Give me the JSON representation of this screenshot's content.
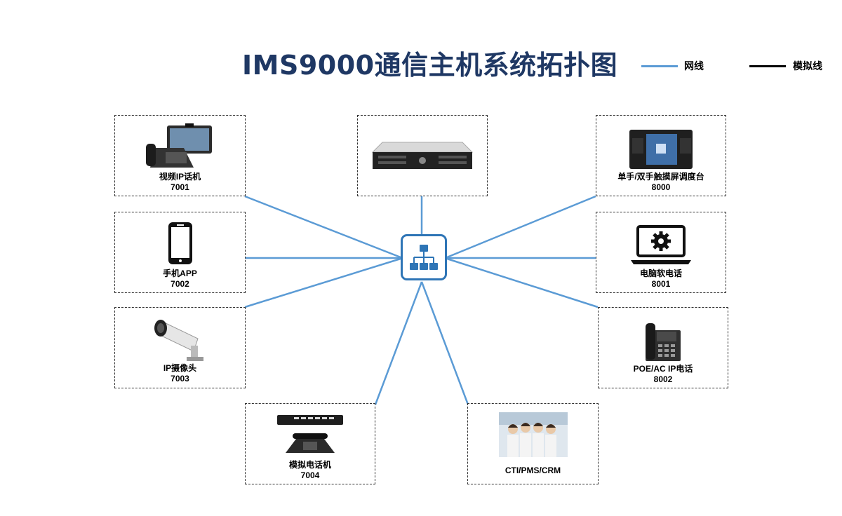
{
  "title": "IMS9000通信主机系统拓扑图",
  "legend": [
    {
      "label": "网线",
      "color": "#5b9bd5"
    },
    {
      "label": "模拟线",
      "color": "#000000"
    }
  ],
  "colors": {
    "link": "#5b9bd5",
    "hub": "#2e75b6",
    "title": "#1f3864"
  },
  "hub": {
    "icon": "network-hierarchy-icon"
  },
  "nodes": {
    "video_phone": {
      "name": "视频IP话机",
      "ext": "7001",
      "icon": "video-phone-icon"
    },
    "mobile_app": {
      "name": "手机APP",
      "ext": "7002",
      "icon": "smartphone-icon"
    },
    "ip_camera": {
      "name": "IP摄像头",
      "ext": "7003",
      "icon": "ip-camera-icon"
    },
    "analog_phone": {
      "name": "模拟电话机",
      "ext": "7004",
      "icon": "analog-gateway-phone-icon"
    },
    "server": {
      "icon": "rack-server-icon"
    },
    "console": {
      "name": "单手/双手触摸屏调度台",
      "ext": "8000",
      "icon": "touch-console-icon"
    },
    "softphone": {
      "name": "电脑软电话",
      "ext": "8001",
      "icon": "laptop-settings-icon"
    },
    "poe_phone": {
      "name": "POE/AC IP电话",
      "ext": "8002",
      "icon": "desk-ip-phone-icon"
    },
    "cti": {
      "name": "CTI/PMS/CRM",
      "icon": "call-center-photo-icon"
    }
  }
}
